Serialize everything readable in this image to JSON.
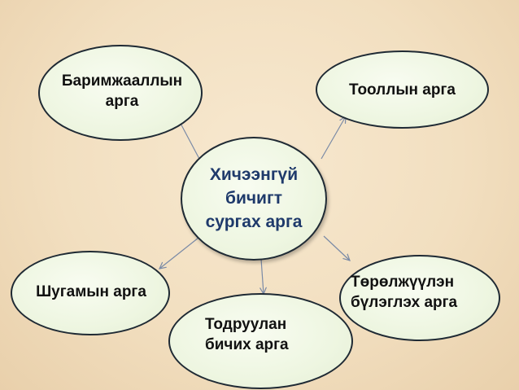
{
  "diagram": {
    "center": {
      "label": "Хичээнгүй\nбичигт\nсургах арга"
    },
    "nodes": [
      {
        "id": "barimjaa",
        "label": "Баримжааллын\nарга"
      },
      {
        "id": "tool",
        "label": "Тооллын арга"
      },
      {
        "id": "shugam",
        "label": "Шугамын арга"
      },
      {
        "id": "todruulan",
        "label": "Тодруулан\nбичих арга"
      },
      {
        "id": "turul",
        "label": "Төрөлжүүлэн\nбүлэглэх арга"
      }
    ],
    "colors": {
      "background": "#f2dfc0",
      "node_fill": "#eef6e1",
      "node_border": "#1f2a34",
      "arrow": "#7a8aa6",
      "center_text": "#1f3a6b"
    }
  }
}
